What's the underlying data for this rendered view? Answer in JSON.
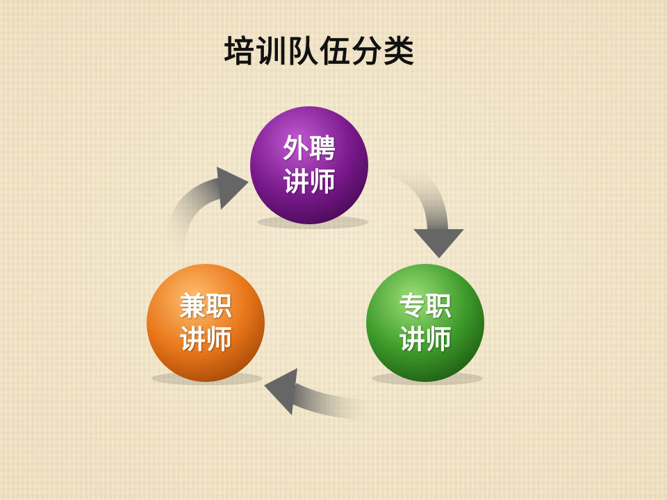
{
  "title": "培训队伍分类",
  "nodes": [
    {
      "line1": "外聘",
      "line2": "讲师",
      "color": "#7a1a8c"
    },
    {
      "line1": "专职",
      "line2": "讲师",
      "color": "#3d9a2a"
    },
    {
      "line1": "兼职",
      "line2": "讲师",
      "color": "#e8761a"
    }
  ]
}
